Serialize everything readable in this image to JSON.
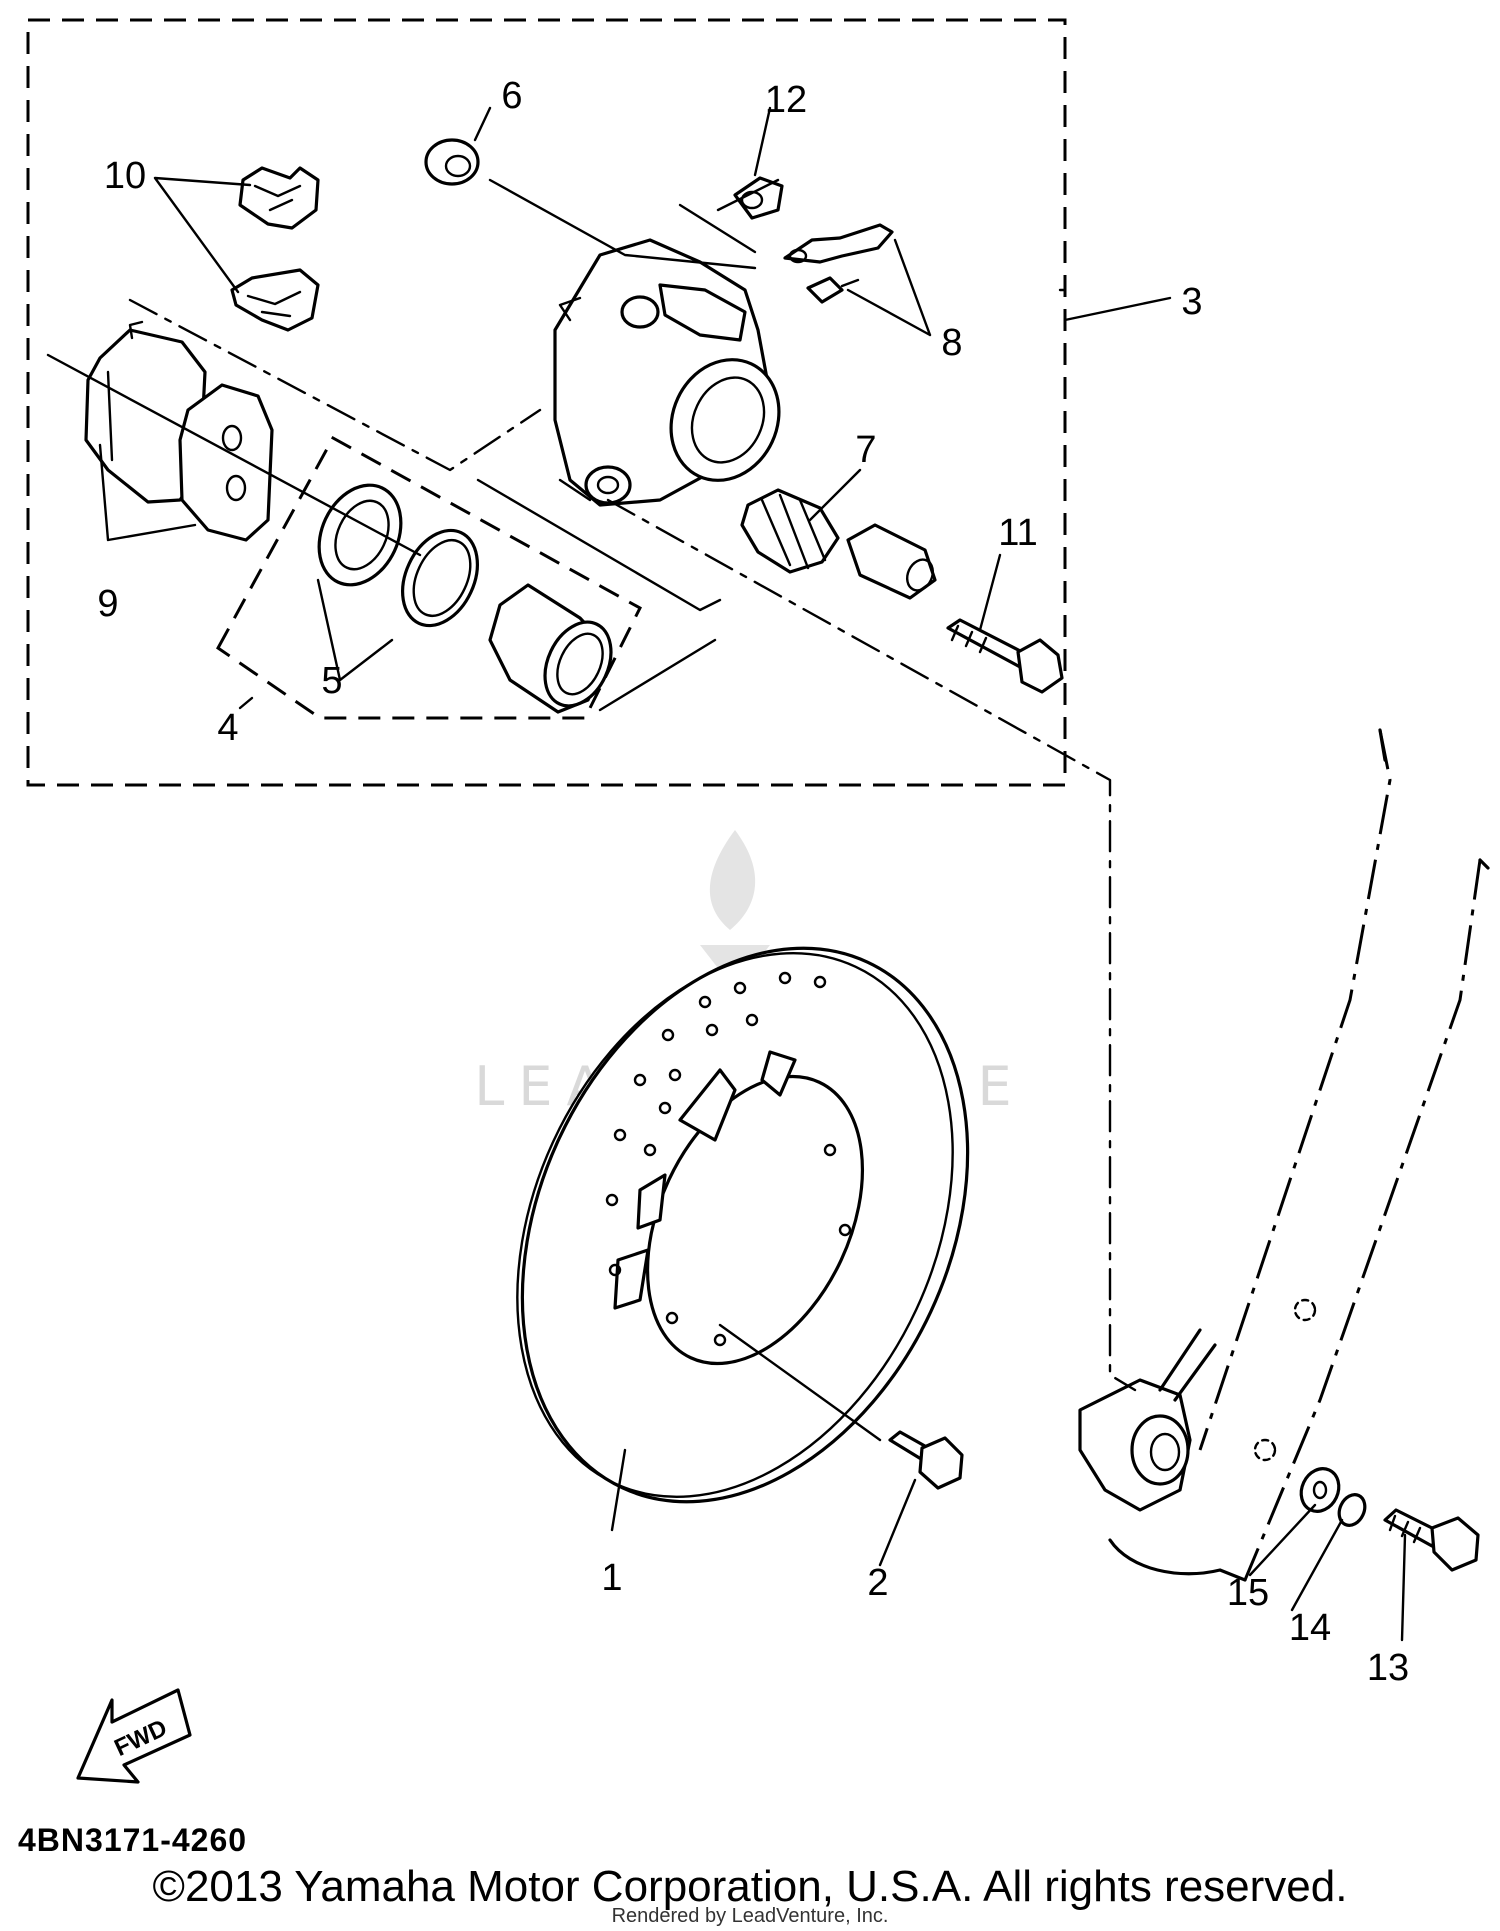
{
  "diagram": {
    "callouts": [
      "1",
      "2",
      "3",
      "4",
      "5",
      "6",
      "7",
      "8",
      "9",
      "10",
      "11",
      "12",
      "13",
      "14",
      "15"
    ],
    "fwd_label": "FWD",
    "diagram_code": "4BN3171-4260",
    "watermark": "LEADVENTURE",
    "copyright": "©2013 Yamaha Motor Corporation, U.S.A. All rights reserved.",
    "rendered_by": "Rendered by LeadVenture, Inc."
  }
}
